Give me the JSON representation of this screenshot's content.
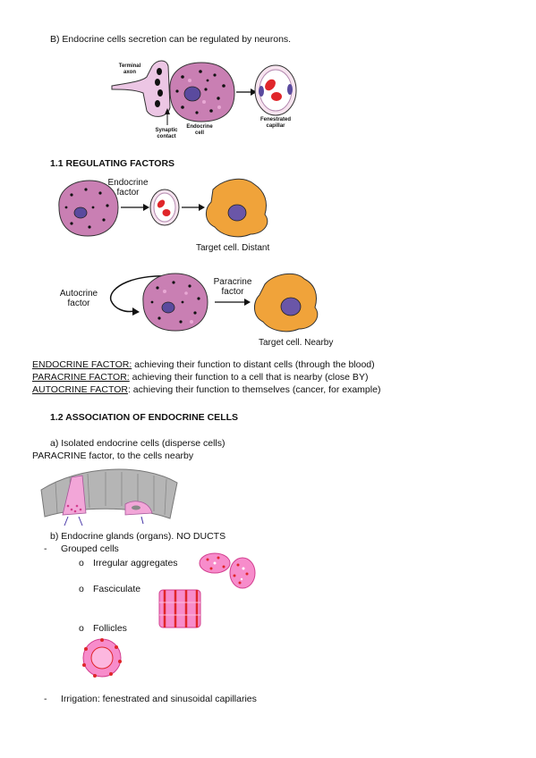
{
  "section_b_title": "B)  Endocrine cells secretion can be regulated by neurons.",
  "fig1": {
    "terminal_axon": "Terminal axon",
    "synaptic_contact": "Synaptic contact",
    "endocrine_cell": "Endocrine cell",
    "fenestrated_capillar": "Fenestrated capillar"
  },
  "section_1_1": "1.1 REGULATING FACTORS",
  "fig2": {
    "endocrine_factor": "Endocrine factor",
    "target_distant": "Target cell. Distant"
  },
  "fig3": {
    "autocrine_factor": "Autocrine factor",
    "paracrine_factor": "Paracrine factor",
    "target_nearby": "Target cell. Nearby"
  },
  "definitions": [
    {
      "term": "ENDOCRINE FACTOR:",
      "text": " achieving their function to distant cells (through the blood)"
    },
    {
      "term": "PARACRINE FACTOR:",
      "text": " achieving their function to a cell that is nearby (close BY)"
    },
    {
      "term": "AUTOCRINE FACTOR",
      "text": ": achieving their function to themselves (cancer, for example)"
    }
  ],
  "section_1_2": "1.2 ASSOCIATION OF ENDOCRINE CELLS",
  "item_a": "a)   Isolated endocrine cells (disperse cells)",
  "paracrine_note": "PARACRINE factor, to the cells nearby",
  "item_b": "b)   Endocrine glands (organs). NO DUCTS",
  "grouped": {
    "bullet": "-",
    "label": "Grouped cells"
  },
  "sub_items": [
    {
      "bullet": "o",
      "label": "Irregular aggregates"
    },
    {
      "bullet": "o",
      "label": "Fasciculate"
    },
    {
      "bullet": "o",
      "label": "Follicles"
    }
  ],
  "irrigation": {
    "bullet": "-",
    "label": "Irrigation: fenestrated and sinusoidal capillaries"
  },
  "colors": {
    "cell": "#c97fb3",
    "nucleus": "#5a4a9e",
    "target": "#f0a33a",
    "red": "#e0262a",
    "pink": "#f25fa8"
  }
}
